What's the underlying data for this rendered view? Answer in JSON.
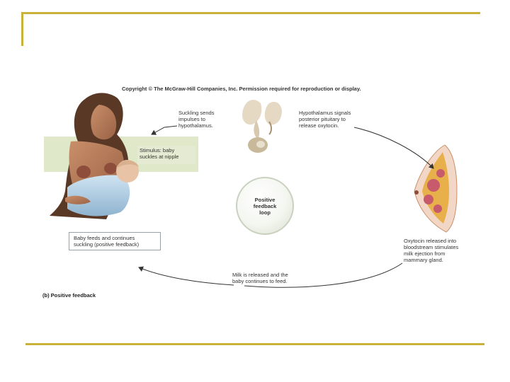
{
  "copyright": "Copyright © The McGraw-Hill Companies, Inc. Permission required for reproduction or display.",
  "labels": {
    "suckling": [
      "Suckling sends",
      "impulses to",
      "hypothalamus."
    ],
    "hypothalamus": [
      "Hypothalamus signals",
      "posterior pituitary to",
      "release oxytocin."
    ],
    "stimulus": [
      "Stimulus: baby",
      "suckles at nipple"
    ],
    "loop": [
      "Positive",
      "feedback",
      "loop"
    ],
    "baby_feeds": [
      "Baby feeds and continues",
      "suckling (positive feedback)"
    ],
    "oxytocin": [
      "Oxytocin released into",
      "bloodstream stimulates",
      "milk ejection from",
      "mammary gland."
    ],
    "milk": [
      "Milk is released and the",
      "baby continues to feed."
    ]
  },
  "caption": "(b) Positive feedback",
  "colors": {
    "frame": "#c9b23a",
    "green_band": "#dfe8c9",
    "arrow": "#333333"
  }
}
